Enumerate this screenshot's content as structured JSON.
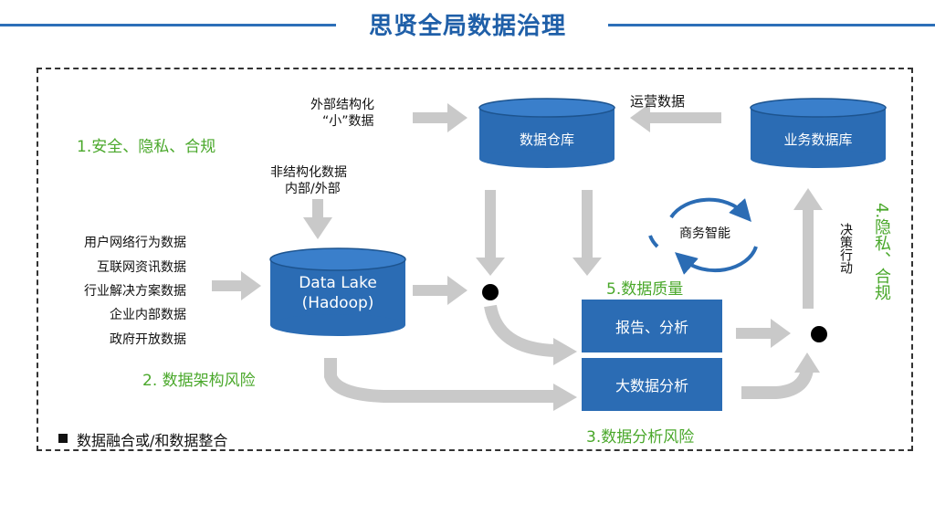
{
  "title": "思贤全局数据治理",
  "risks": {
    "r1": "1.安全、隐私、合规",
    "r2": "2. 数据架构风险",
    "r3": "3.数据分析风险",
    "r4": "4.隐私、合规",
    "r5": "5.数据质量"
  },
  "sources": {
    "external_structured_line1": "外部结构化",
    "external_structured_line2": "“小”数据",
    "unstructured_line1": "非结构化数据",
    "unstructured_line2": "内部/外部",
    "list": [
      "用户网络行为数据",
      "互联网资讯数据",
      "行业解决方案数据",
      "企业内部数据",
      "政府开放数据"
    ]
  },
  "stores": {
    "warehouse": "数据仓库",
    "business_db": "业务数据库",
    "datalake_line1": "Data Lake",
    "datalake_line2": "(Hadoop)"
  },
  "flows": {
    "ops_data": "运营数据",
    "bi": "商务智能",
    "decision": "决策行动"
  },
  "outputs": {
    "report": "报告、分析",
    "bigdata": "大数据分析"
  },
  "footer_note": "数据融合或/和数据整合",
  "colors": {
    "title_blue": "#1f5fa8",
    "box_blue": "#2b6cb4",
    "risk_green": "#4aa82b",
    "arrow_gray": "#c9c9c9"
  }
}
